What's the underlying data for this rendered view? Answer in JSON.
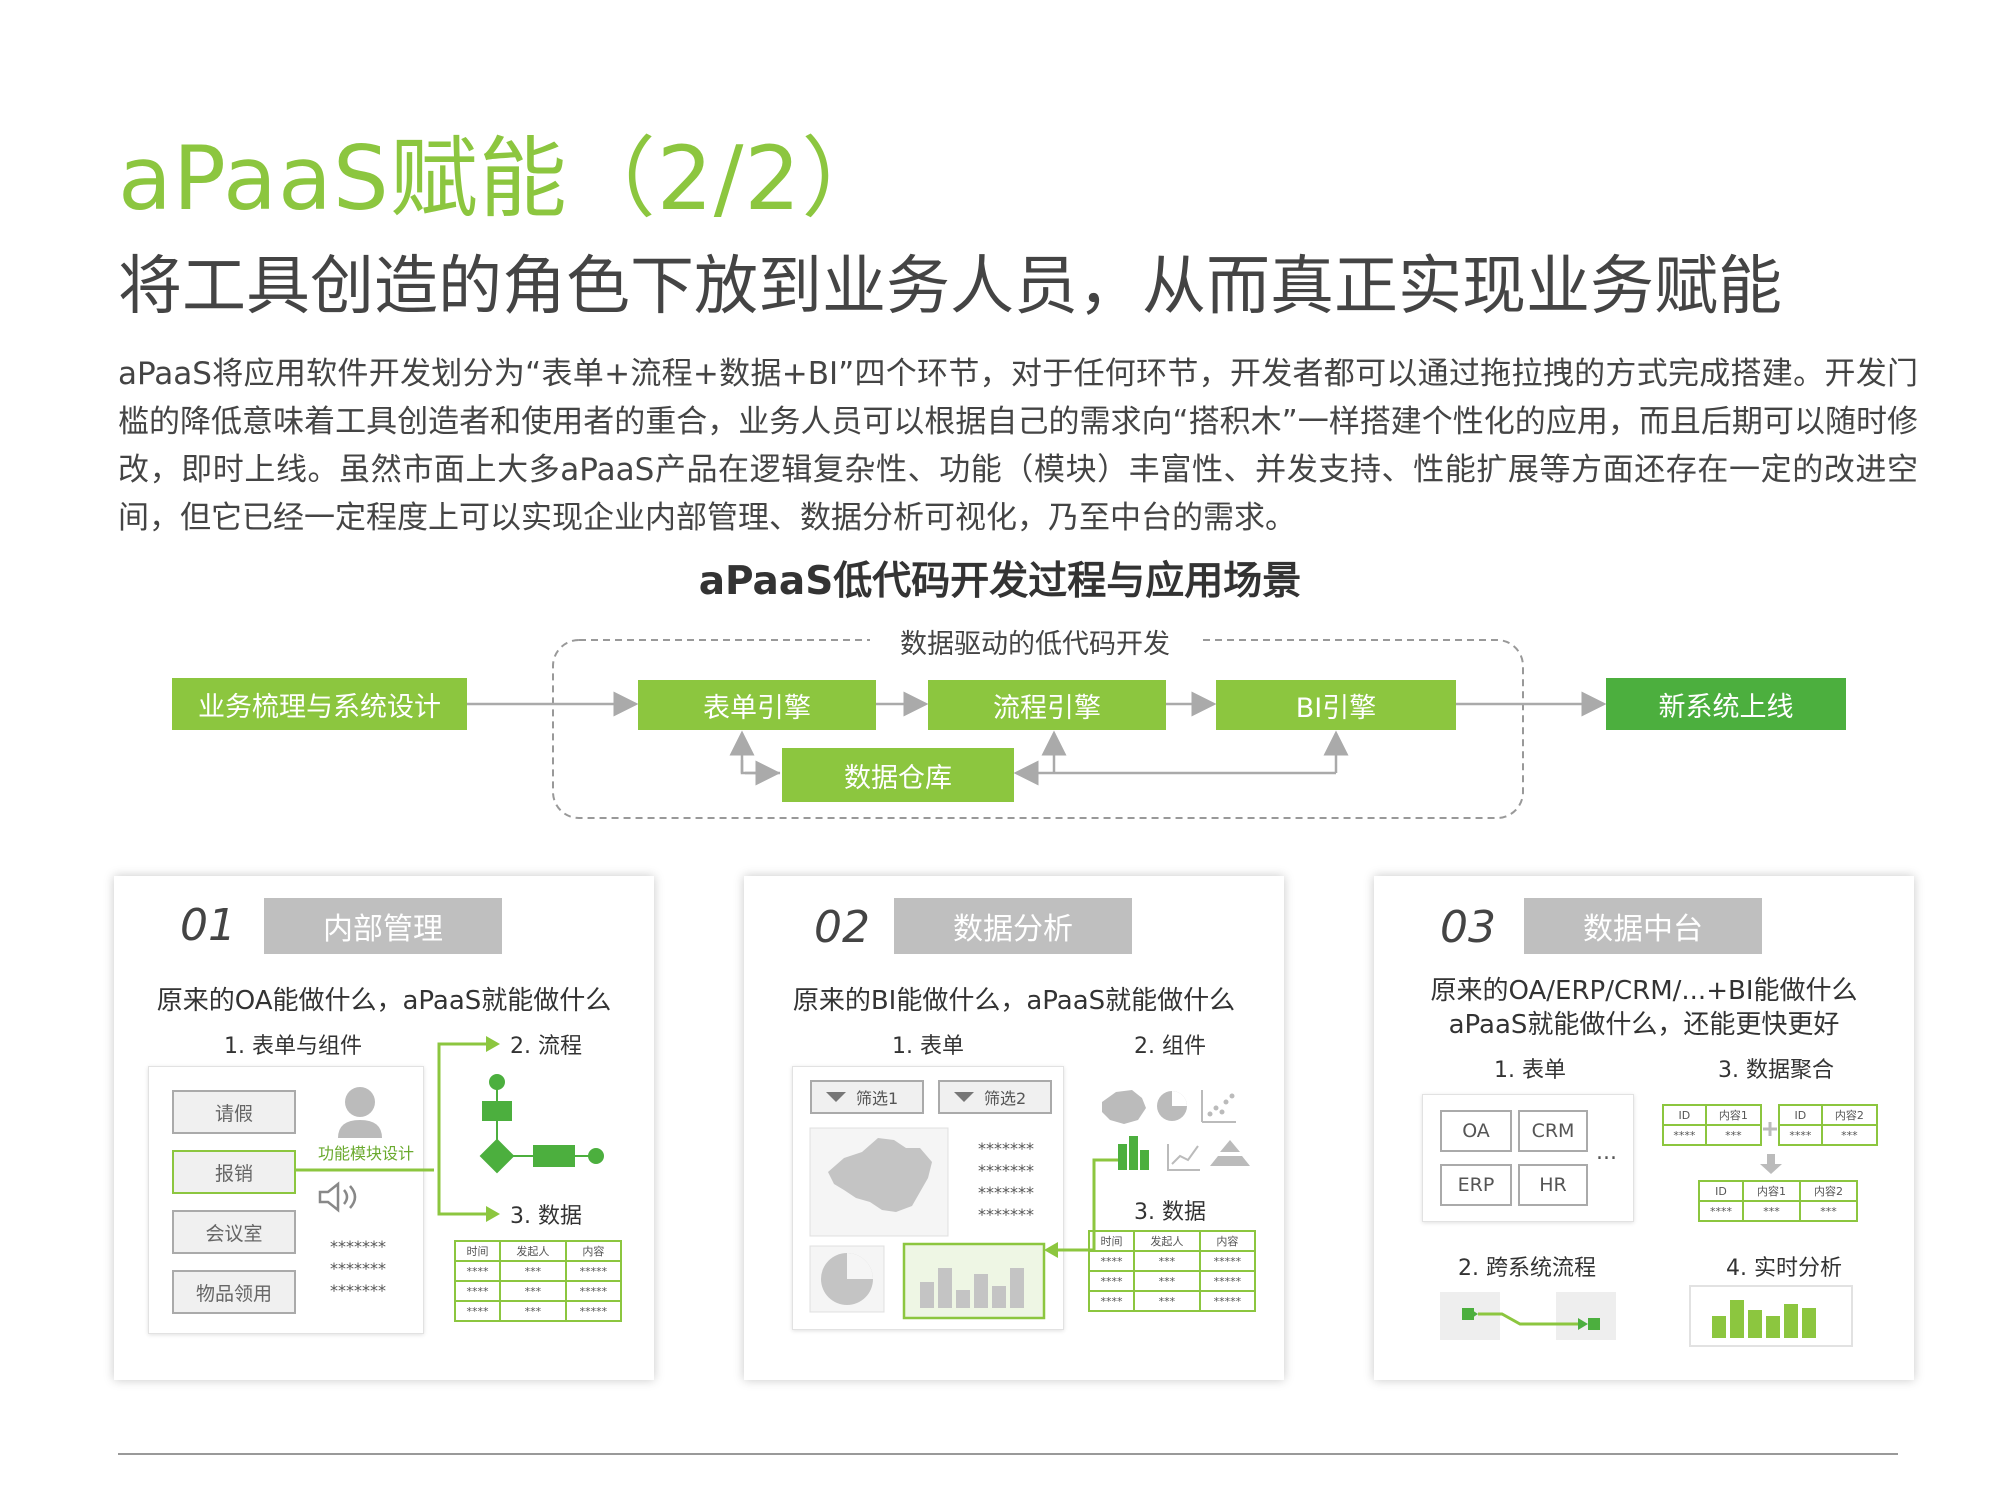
{
  "header": {
    "title": "aPaaS赋能（2/2）",
    "subtitle": "将工具创造的角色下放到业务人员，从而真正实现业务赋能",
    "paragraph": "aPaaS将应用软件开发划分为“表单+流程+数据+BI”四个环节，对于任何环节，开发者都可以通过拖拉拽的方式完成搭建。开发门槛的降低意味着工具创造者和使用者的重合，业务人员可以根据自己的需求向“搭积木”一样搭建个性化的应用，而且后期可以随时修改，即时上线。虽然市面上大多aPaaS产品在逻辑复杂性、功能（模块）丰富性、并发支持、性能扩展等方面还存在一定的改进空间，但它已经一定程度上可以实现企业内部管理、数据分析可视化，乃至中台的需求。"
  },
  "diagram": {
    "title": "aPaaS低代码开发过程与应用场景",
    "loop_label": "数据驱动的低代码开发",
    "start": "业务梳理与系统设计",
    "form_engine": "表单引擎",
    "flow_engine": "流程引擎",
    "bi_engine": "BI引擎",
    "warehouse": "数据仓库",
    "end": "新系统上线"
  },
  "colors": {
    "light_green": "#8cc63f",
    "dark_green": "#4caf3e",
    "gray_tag": "#bfbfbf"
  },
  "cards": [
    {
      "num": "01",
      "tag": "内部管理",
      "question": "原来的OA能做什么，aPaaS就能做什么",
      "label_form": "1. 表单与组件",
      "label_flow": "2. 流程",
      "label_data": "3. 数据",
      "buttons": [
        "请假",
        "报销",
        "会议室",
        "物品领用"
      ],
      "module_design": "功能模块设计",
      "stars": "*******\n*******\n*******",
      "table": [
        [
          "时间",
          "发起人",
          "内容"
        ],
        [
          "****",
          "***",
          "*****"
        ],
        [
          "****",
          "***",
          "*****"
        ],
        [
          "****",
          "***",
          "*****"
        ]
      ]
    },
    {
      "num": "02",
      "tag": "数据分析",
      "question": "原来的BI能做什么，aPaaS就能做什么",
      "label_form": "1. 表单",
      "label_comp": "2. 组件",
      "label_data": "3. 数据",
      "filters": [
        "筛选1",
        "筛选2"
      ],
      "stars": "*******\n*******\n*******\n*******",
      "table": [
        [
          "时间",
          "发起人",
          "内容"
        ],
        [
          "****",
          "***",
          "*****"
        ],
        [
          "****",
          "***",
          "*****"
        ],
        [
          "****",
          "***",
          "*****"
        ]
      ]
    },
    {
      "num": "03",
      "tag": "数据中台",
      "question1": "原来的OA/ERP/CRM/...+BI能做什么",
      "question2": "aPaaS就能做什么，还能更快更好",
      "label_form": "1. 表单",
      "label_agg": "3. 数据聚合",
      "label_cross": "2. 跨系统流程",
      "label_rt": "4. 实时分析",
      "systems": [
        "OA",
        "CRM",
        "ERP",
        "HR"
      ],
      "ellipsis": "...",
      "t1": [
        [
          "ID",
          "内容1"
        ],
        [
          "****",
          "***"
        ]
      ],
      "t2": [
        [
          "ID",
          "内容2"
        ],
        [
          "****",
          "***"
        ]
      ],
      "t3": [
        [
          "ID",
          "内容1",
          "内容2"
        ],
        [
          "****",
          "***",
          "***"
        ]
      ]
    }
  ]
}
